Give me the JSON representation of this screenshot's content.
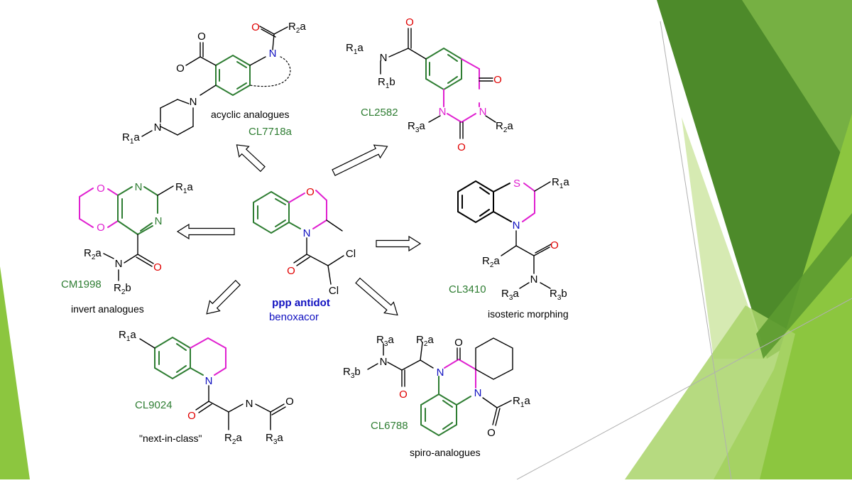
{
  "colors": {
    "green": "#2e7d32",
    "magenta": "#e020d0",
    "red": "#e00000",
    "blue": "#1010c0",
    "bond": "#000000",
    "bg_green_dark": "#4d8a2a",
    "bg_green_light": "#8cc63f"
  },
  "center": {
    "title": "ppp antidot",
    "subtitle": "benoxacor",
    "atoms": {
      "O": "O",
      "N": "N",
      "O_carbonyl": "O",
      "Cl1": "Cl",
      "Cl2": "Cl"
    }
  },
  "molecules": {
    "acyclic": {
      "code": "CL7718a",
      "caption": "acyclic analogues",
      "atoms": {
        "O1": "O",
        "O2": "O",
        "N_ring": "N",
        "N_pip1": "N",
        "N_pip2": "N",
        "O_acyl": "O",
        "R": "R",
        "R_sub": "2",
        "R_a": "a",
        "R1": "R",
        "R1_sub": "1",
        "R1_a": "a"
      }
    },
    "quinaz": {
      "code": "CL2582",
      "atoms": {
        "O_amide": "O",
        "N_amide": "N",
        "R1": "R",
        "R1_sub": "1",
        "R1_a": "a",
        "Rb": "R",
        "Rb_sub": "1",
        "Rb_b": "b",
        "N1": "N",
        "N3": "N",
        "O4": "O",
        "O2": "O",
        "R3": "R",
        "R3_sub": "3",
        "R3_a": "a",
        "R2": "R",
        "R2_sub": "2",
        "R2_a": "a"
      }
    },
    "invert": {
      "code": "CM1998",
      "caption": "invert analogues",
      "atoms": {
        "O1": "O",
        "O2": "O",
        "N1": "N",
        "N2": "N",
        "R1": "R",
        "R1_sub": "1",
        "R1_a": "a",
        "O_amide": "O",
        "N_amide": "N",
        "R2": "R",
        "R2_sub": "2",
        "R2_a": "a",
        "Rb": "R",
        "Rb_sub": "2",
        "Rb_b": "b"
      }
    },
    "isosteric": {
      "code": "CL3410",
      "caption": "isosteric morphing",
      "atoms": {
        "S": "S",
        "N": "N",
        "O": "O",
        "N_amide": "N",
        "R1": "R",
        "R1_sub": "1",
        "R1_a": "a",
        "R2": "R",
        "R2_sub": "2",
        "R2_a": "a",
        "R3": "R",
        "R3_sub": "3",
        "R3_a": "a",
        "R3b": "R",
        "R3b_sub": "3",
        "R3b_b": "b"
      }
    },
    "next": {
      "code": "CL9024",
      "caption": "\"next-in-class\"",
      "atoms": {
        "N_ring": "N",
        "O1": "O",
        "N_amide": "N",
        "O2": "O",
        "R1": "R",
        "R1_sub": "1",
        "R1_a": "a",
        "R2": "R",
        "R2_sub": "2",
        "R2_a": "a",
        "R3": "R",
        "R3_sub": "3",
        "R3_a": "a"
      }
    },
    "spiro": {
      "code": "CL6788",
      "caption": "spiro-analogues",
      "atoms": {
        "N1": "N",
        "N4": "N",
        "O3": "O",
        "O_amide": "O",
        "O_acyl": "O",
        "N_amide": "N",
        "R3a": "R",
        "R3a_sub": "3",
        "R3a_a": "a",
        "R3b": "R",
        "R3b_sub": "3",
        "R3b_b": "b",
        "R2": "R",
        "R2_sub": "2",
        "R2_a": "a",
        "R1": "R",
        "R1_sub": "1",
        "R1_a": "a"
      }
    }
  }
}
